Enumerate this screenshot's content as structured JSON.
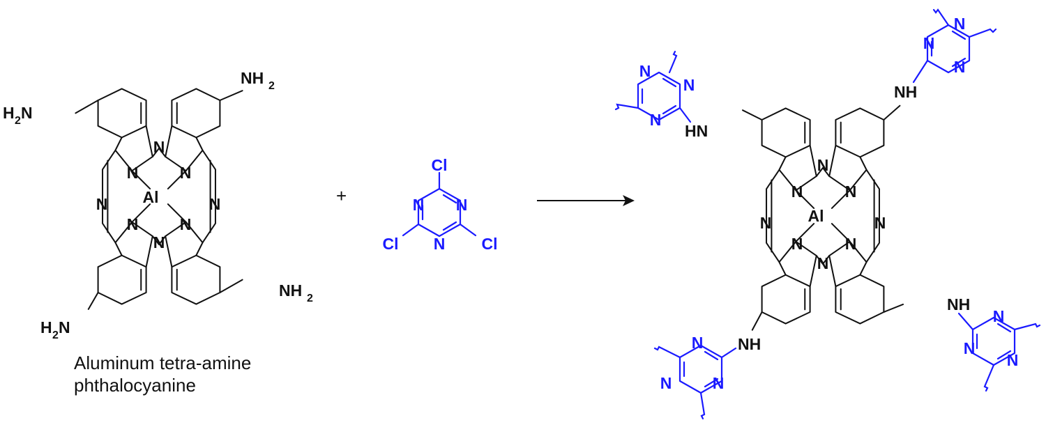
{
  "diagram": {
    "plus_sign": "+",
    "reactant_caption": {
      "line1": "Aluminum tetra-amine",
      "line2": "phthalocyanine"
    },
    "atom_labels": {
      "metal": "Al",
      "nitrogen": "N",
      "amine": "NH",
      "amine_subscript": "2",
      "amine_left_prefix": "H",
      "amine_left_suffix": "N",
      "secondary_amine_right": "NH",
      "secondary_amine_left": "HN",
      "chlorine": "Cl"
    },
    "colors": {
      "phthalocyanine": "#111111",
      "triazine": "#1a1aff"
    }
  }
}
